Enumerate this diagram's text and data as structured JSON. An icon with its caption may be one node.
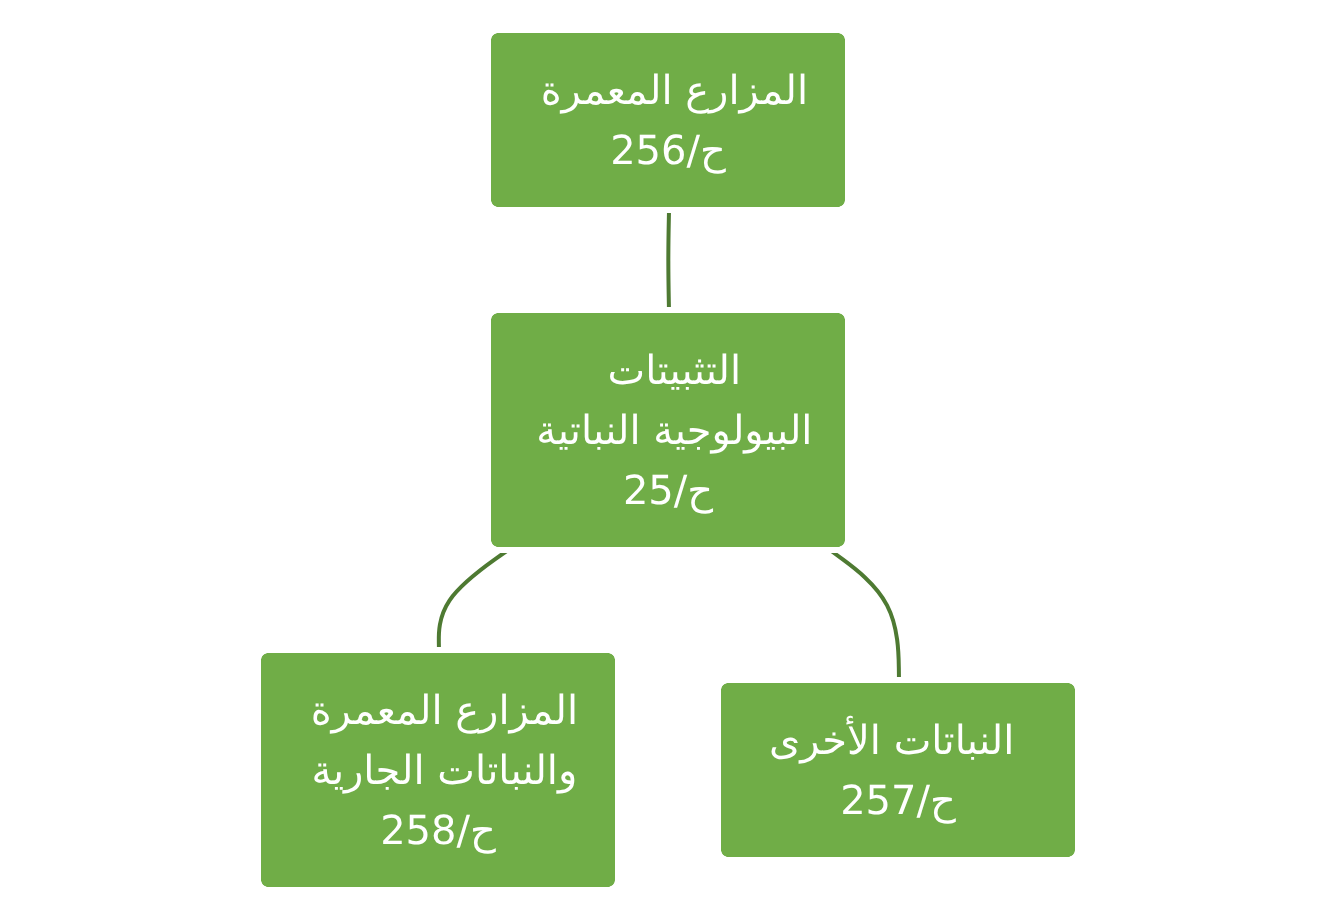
{
  "diagram": {
    "nodes": [
      {
        "text": [
          "المزارع المعمرة ح/256"
        ]
      },
      {
        "text": [
          "التثبيتات البيولوجية النباتية ح/25"
        ]
      },
      {
        "text": [
          "المزارع المعمرة والنباتات الجارية ح/258"
        ]
      },
      {
        "text": [
          "النباتات الأخرى ح/257"
        ]
      }
    ],
    "edges": [
      {
        "from": 0,
        "to": 1,
        "arrow": "none"
      },
      {
        "from": 1,
        "to": 2,
        "arrow": "none"
      },
      {
        "from": 1,
        "to": 3,
        "arrow": "none"
      }
    ]
  }
}
